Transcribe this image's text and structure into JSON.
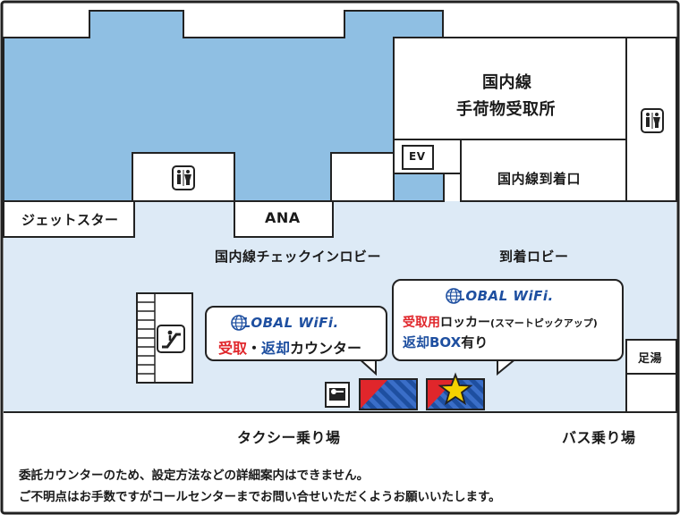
{
  "areas": {
    "baggage_claim_line1": "国内線",
    "baggage_claim_line2": "手荷物受取所",
    "arrival_exit": "国内線到着口",
    "elevator": "EV",
    "jetstar": "ジェットスター",
    "ana": "ANA",
    "checkin_lobby": "国内線チェックインロビー",
    "arrival_lobby": "到着ロビー",
    "footbath": "足湯",
    "taxi": "タクシー乗り場",
    "bus": "バス乗り場"
  },
  "callout_left": {
    "brand": "GLOBAL WiFi.",
    "receive": "受取",
    "separator": "・",
    "return": "返却",
    "counter": "カウンター"
  },
  "callout_right": {
    "brand": "GLOBAL WiFi.",
    "locker_receive": "受取用",
    "locker": "ロッカー",
    "locker_note": "(スマートピックアップ)",
    "return_box": "返却BOX",
    "available": "有り"
  },
  "notes": {
    "line1": "委託カウンターのため、設定方法などの詳細案内はできません。",
    "line2": "ご不明点はお手数ですがコールセンターまでお問い合せいただくようお願いいたします。"
  },
  "icons": [
    "restroom-icon",
    "escalator-icon",
    "locker-icon",
    "wifi-globe-icon",
    "star-icon"
  ],
  "colors": {
    "waiting_area": "#8fbfe3",
    "lobby": "#ddeaf6",
    "counter_red": "#e0262b",
    "counter_blue": "#1e4fa0",
    "star": "#f5d100",
    "outline": "#222222"
  }
}
